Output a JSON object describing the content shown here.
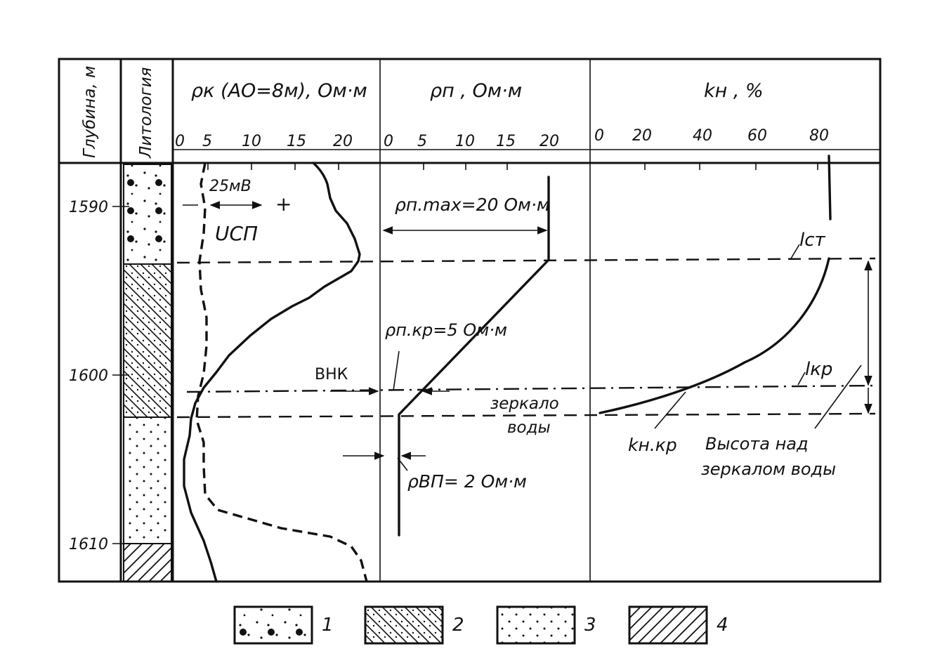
{
  "headers": {
    "depth": "Глубина, м",
    "lithology": "Литология",
    "rho_k": "ρк (АО=8м), Ом·м",
    "rho_p": "ρп , Ом·м",
    "kn": "kн , %"
  },
  "ticks": {
    "rho_k": [
      "0",
      "5",
      "10",
      "15",
      "20"
    ],
    "rho_p": [
      "0",
      "5",
      "10",
      "15",
      "20"
    ],
    "kn": [
      "0",
      "20",
      "40",
      "60",
      "80"
    ],
    "depth": [
      "1590",
      "1600",
      "1610"
    ]
  },
  "annotations": {
    "sp_scale": "25мВ",
    "sp_plus": "+",
    "sp_label": "UСП",
    "rho_max": "ρп.max=20 Ом·м",
    "rho_kr": "ρп.кр=5 Ом·м",
    "vnk": "ВНК",
    "mirror": "зеркало",
    "water": "воды",
    "rho_vp": "ρВП= 2 Ом·м",
    "l_st": "lст",
    "l_kr": "lкр",
    "kn_kr": "kн.кр",
    "height1": "Высота над",
    "height2": "зеркалом воды"
  },
  "legend": [
    {
      "num": "1"
    },
    {
      "num": "2"
    },
    {
      "num": "3"
    },
    {
      "num": "4"
    }
  ]
}
